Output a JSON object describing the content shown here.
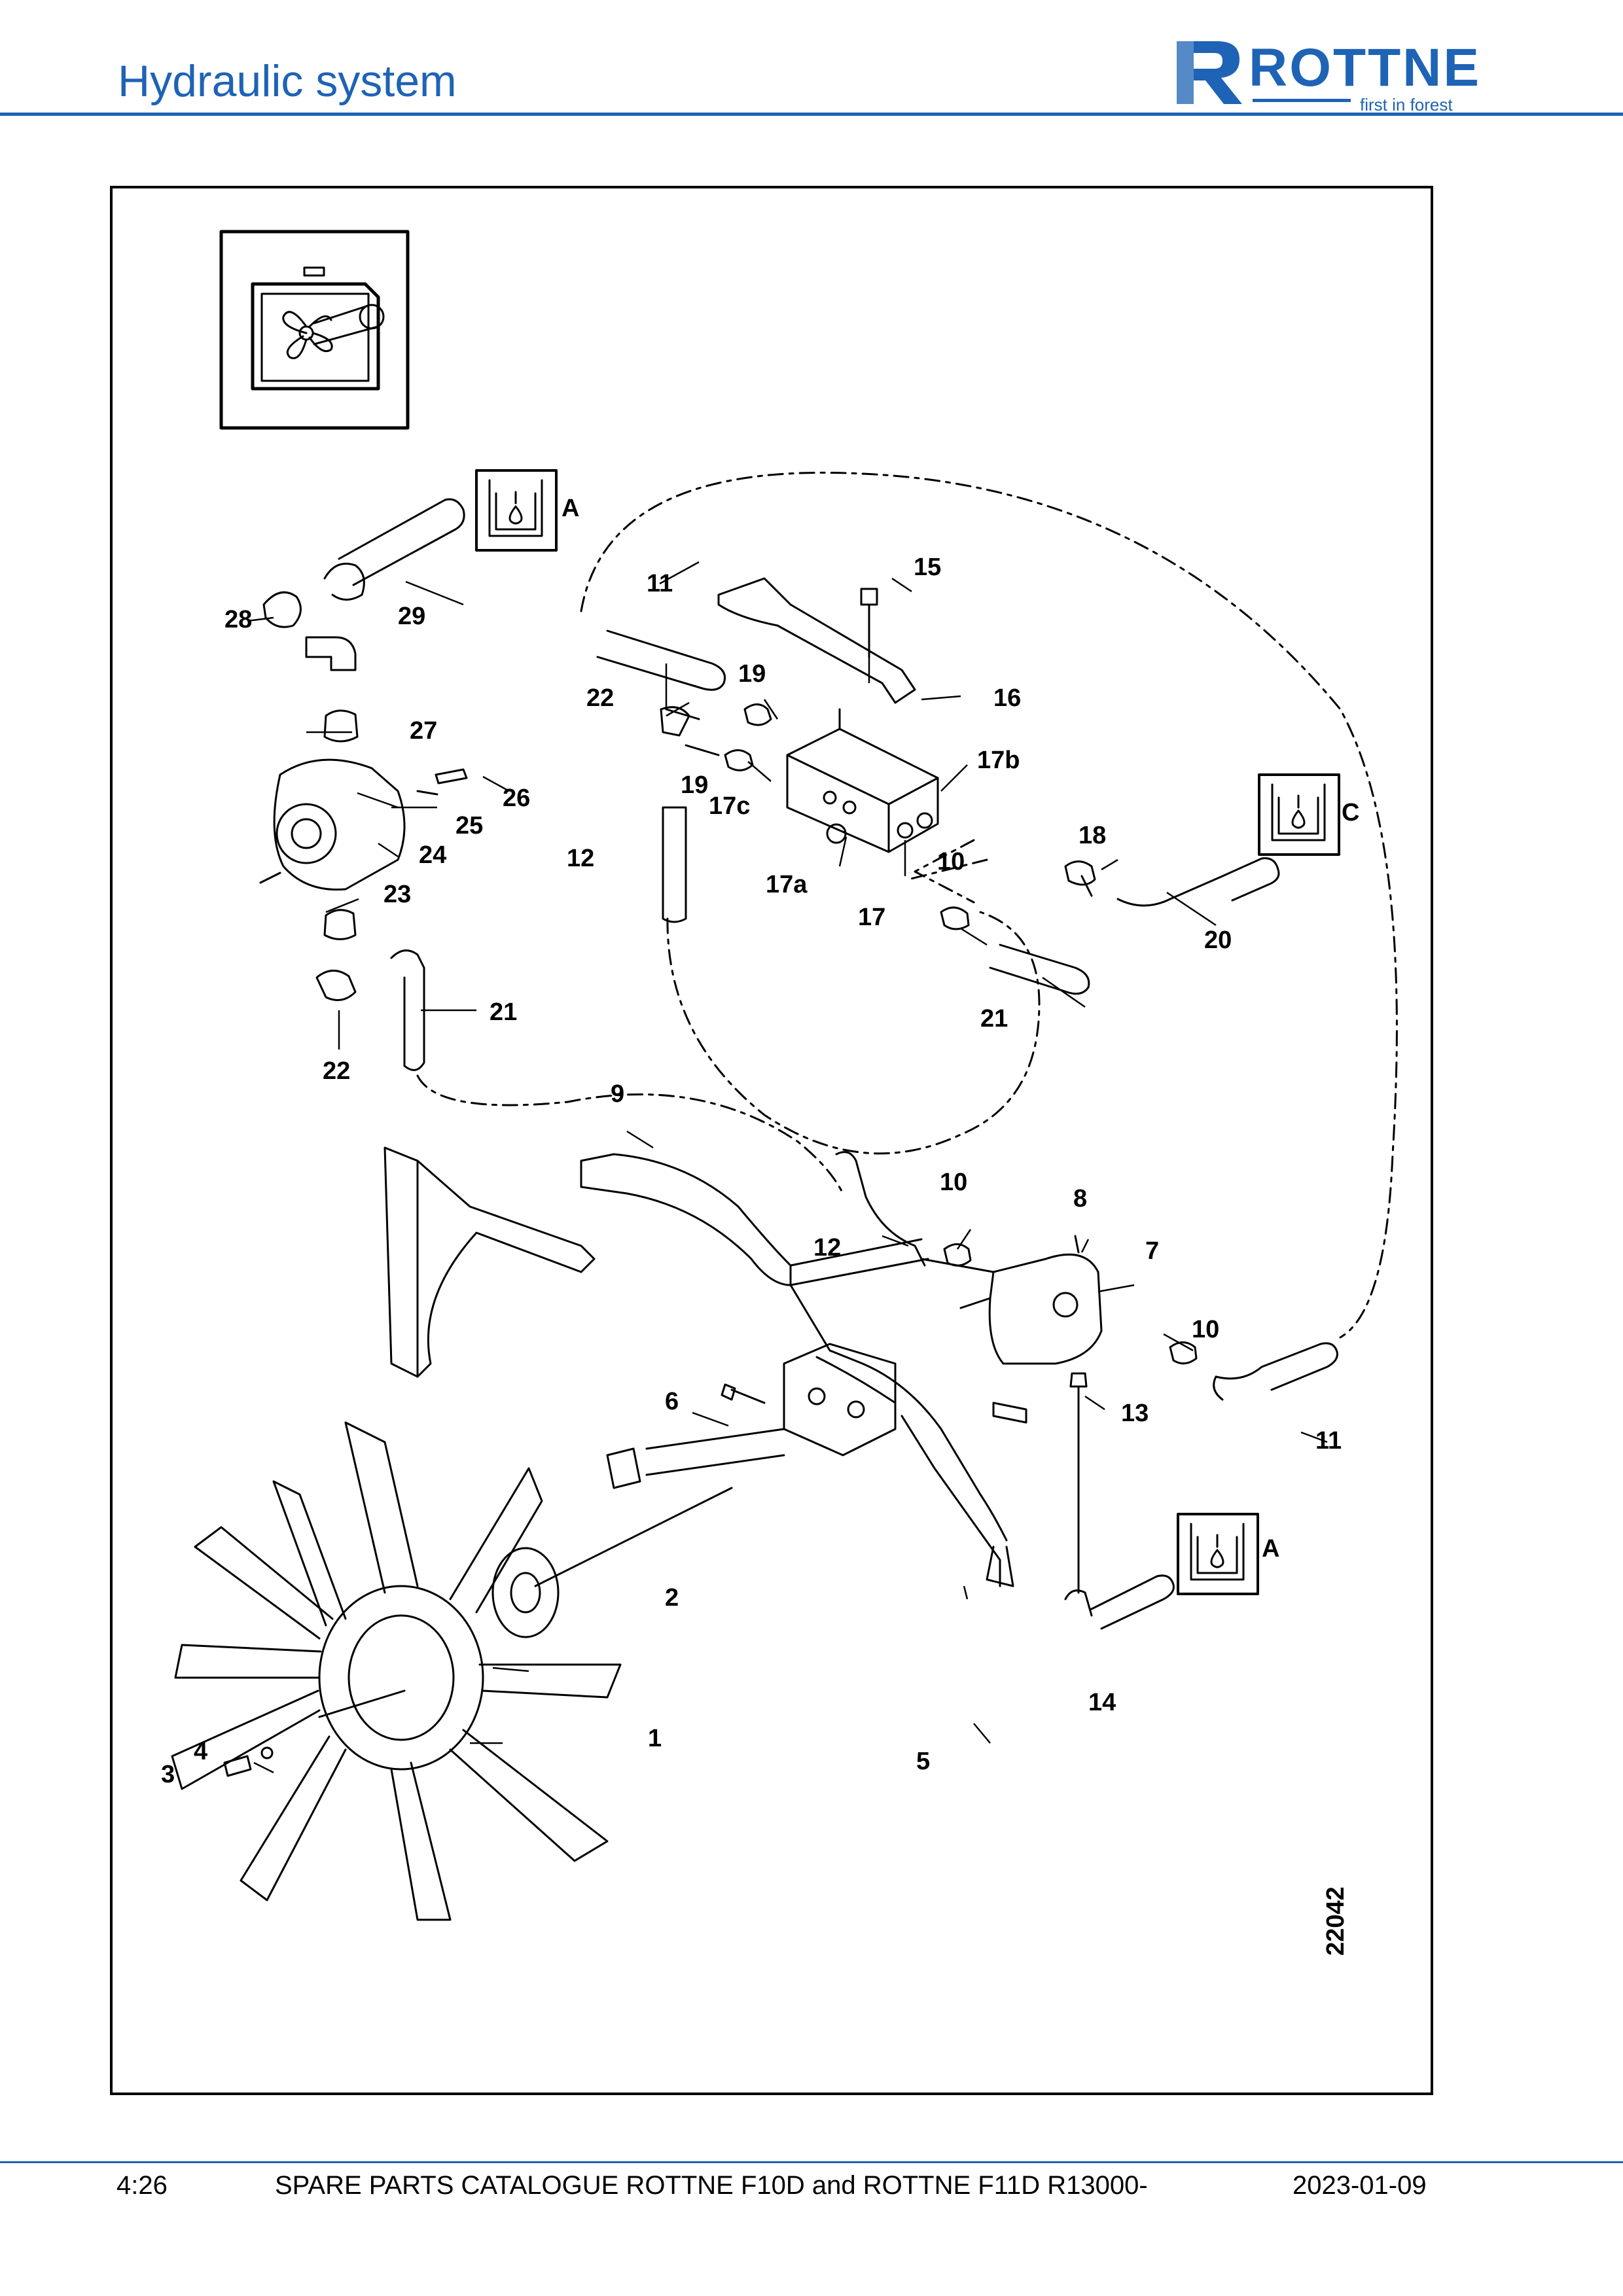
{
  "header": {
    "title": "Hydraulic system",
    "logo_text": "ROTTNE",
    "logo_tagline": "first in forest",
    "accent_color": "#1e63b5"
  },
  "diagram": {
    "figure_number": "22042",
    "symbol_icons": [
      "fan-drive-symbol-icon",
      "hydraulic-tank-symbol-icon"
    ],
    "connection_markers": [
      "A",
      "C",
      "A"
    ],
    "callouts": [
      "1",
      "2",
      "3",
      "4",
      "5",
      "6",
      "7",
      "8",
      "9",
      "10",
      "10",
      "10",
      "11",
      "11",
      "12",
      "12",
      "13",
      "14",
      "15",
      "16",
      "17",
      "17a",
      "17b",
      "17c",
      "18",
      "19",
      "19",
      "20",
      "21",
      "21",
      "22",
      "22",
      "23",
      "24",
      "25",
      "26",
      "27",
      "28",
      "29"
    ]
  },
  "footer": {
    "page_number": "4:26",
    "catalogue_title": "SPARE PARTS CATALOGUE ROTTNE F10D and ROTTNE F11D R13000-",
    "date": "2023-01-09"
  }
}
